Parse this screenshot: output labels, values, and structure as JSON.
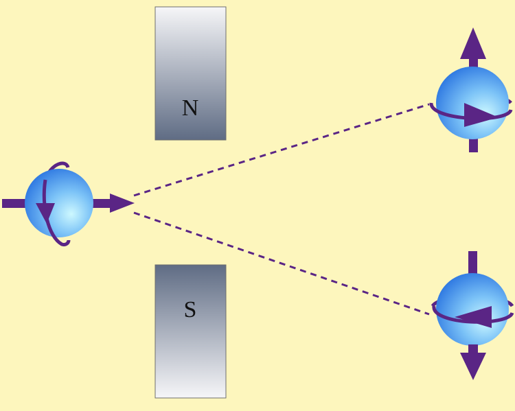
{
  "magnets": {
    "north": {
      "label": "N"
    },
    "south": {
      "label": "S"
    }
  },
  "colors": {
    "background": "#fdf6bd",
    "arrow": "#5a2585",
    "sphere_light": "#c9f6ff",
    "sphere_dark": "#2e7fe6",
    "magnet_light": "#f5f5f7",
    "magnet_dark": "#5c6a82"
  },
  "particles": {
    "incoming": {
      "spin": "horizontal"
    },
    "deflected_up": {
      "spin": "up"
    },
    "deflected_down": {
      "spin": "down"
    }
  }
}
